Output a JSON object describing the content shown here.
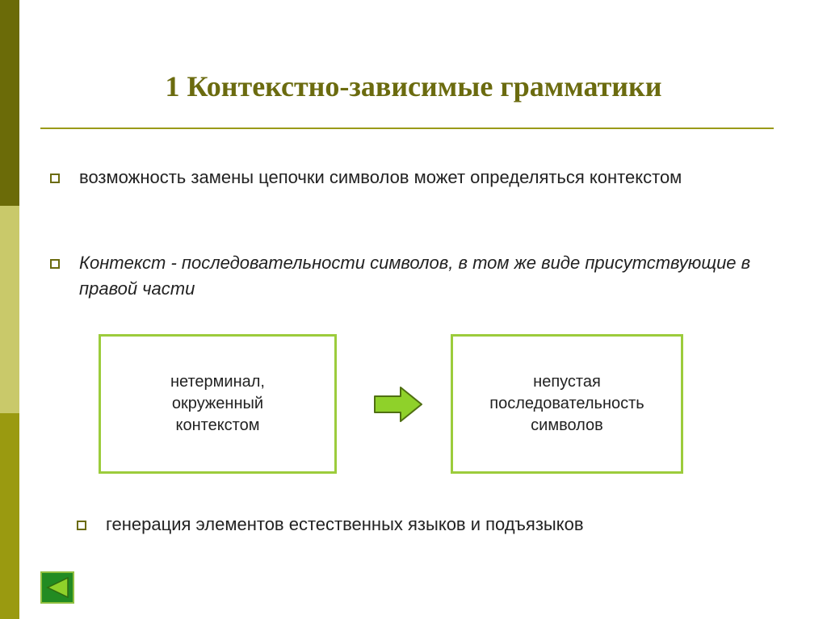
{
  "slide": {
    "title": "1 Контекстно-зависимые грамматики",
    "bullets": [
      "возможность замены цепочки символов может определяться контекстом",
      "Контекст - последовательности символов, в том же виде присутствующие в правой части",
      "генерация элементов естественных языков и подъязыков"
    ],
    "diagram": {
      "left_box": "нетерминал,\nокруженный\nконтекстом",
      "right_box": "непустая\nпоследовательность\nсимволов"
    }
  },
  "colors": {
    "title": "#6b6b0f",
    "sidebar_dark": "#6b6b08",
    "sidebar_light": "#c9c96a",
    "sidebar_mid": "#9a9a10",
    "box_border": "#9ccc3c",
    "arrow_fill": "#8fd12a",
    "nav_button": "#228b22"
  },
  "icons": {
    "arrow": "right-arrow-icon",
    "nav": "back-triangle-icon",
    "bullet": "square-bullet-icon"
  }
}
